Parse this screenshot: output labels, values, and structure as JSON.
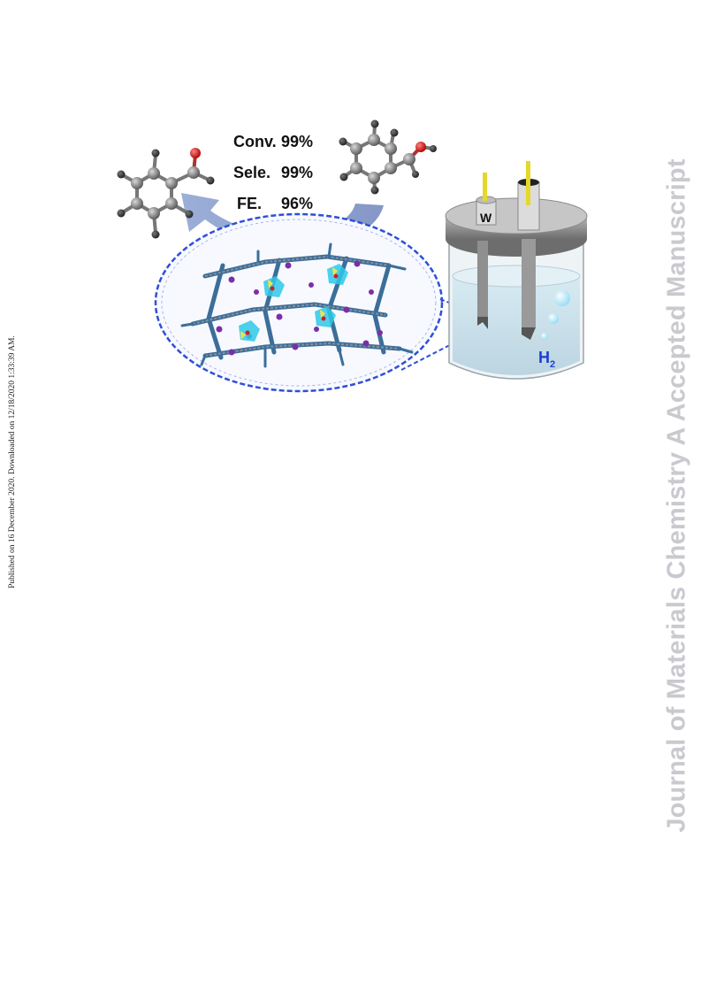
{
  "margin": {
    "published_line": "Published on 16 December 2020. Downloaded on 12/18/2020 1:33:39 AM.",
    "journal_watermark": "Journal of Materials Chemistry A Accepted Manuscript"
  },
  "figure": {
    "stats": [
      {
        "label": "Conv.",
        "value": "99%"
      },
      {
        "label": "Sele.",
        "value": "99%"
      },
      {
        "label": "FE.",
        "value": "96%"
      }
    ],
    "electrode_label": "W",
    "gas_label": "H",
    "gas_subscript": "2"
  },
  "colors": {
    "arrow": "#7f96c8",
    "dashed_outline": "#2f4fd8",
    "framework": "#3c6e9a",
    "pore": "#2ec9e8",
    "electrode_rod": "#e5d82a",
    "electrolyte": "#cfe4ee",
    "h2_text": "#1c3fd0"
  }
}
